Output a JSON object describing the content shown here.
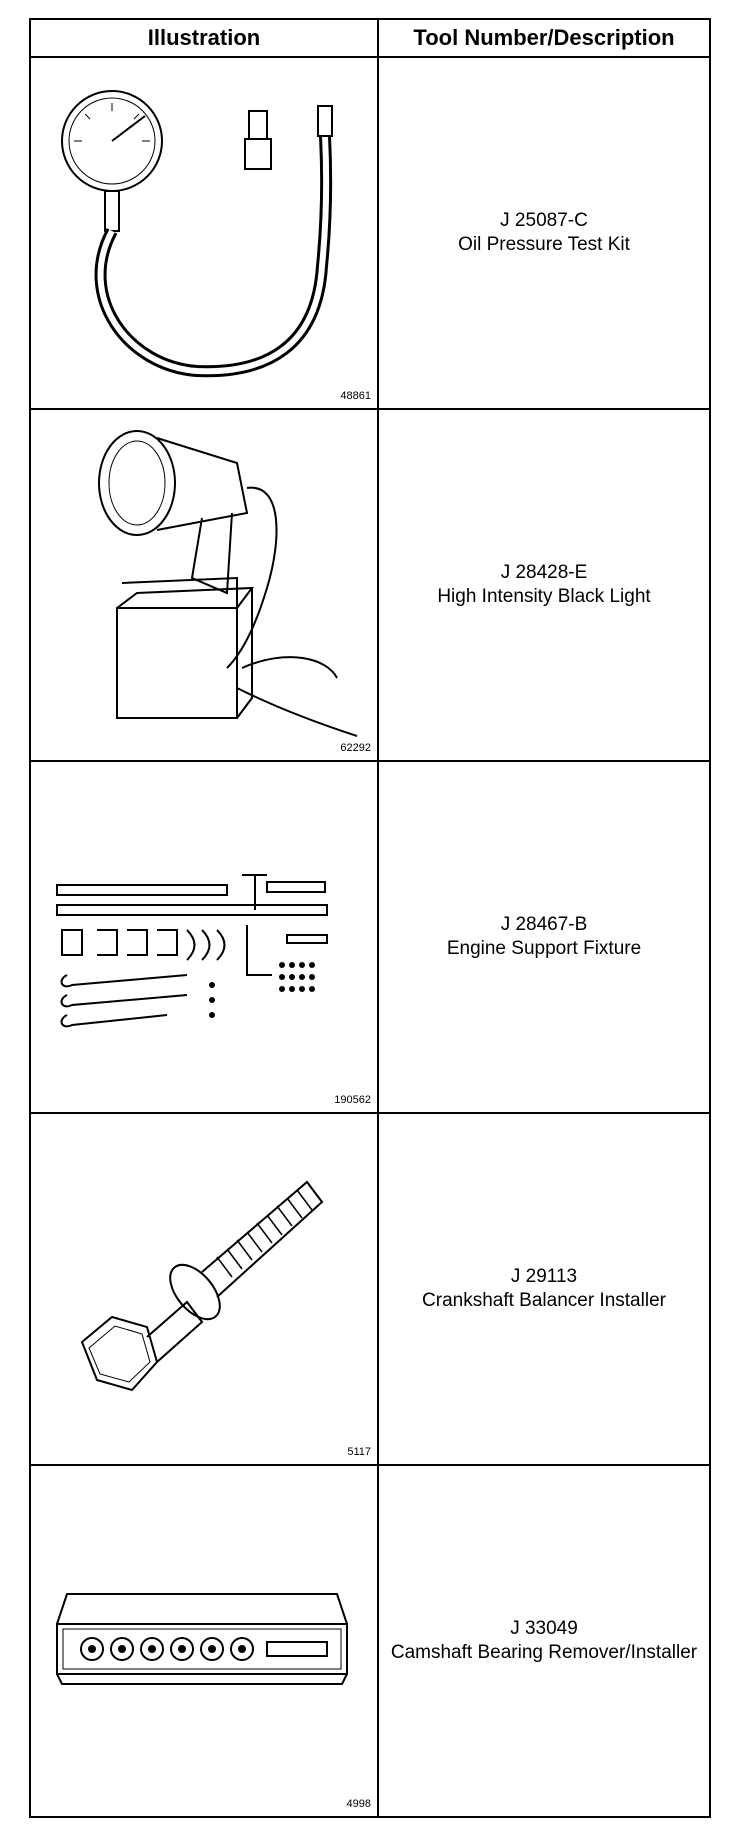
{
  "header": {
    "illustration": "Illustration",
    "tool": "Tool Number/Description"
  },
  "tools": [
    {
      "figure": "48861",
      "number": "J 25087-C",
      "description": "Oil Pressure Test Kit",
      "icon": "oil-pressure-gauge-icon"
    },
    {
      "figure": "62292",
      "number": "J 28428-E",
      "description": "High Intensity Black Light",
      "icon": "black-light-icon"
    },
    {
      "figure": "190562",
      "number": "J 28467-B",
      "description": "Engine Support Fixture",
      "icon": "engine-support-fixture-icon"
    },
    {
      "figure": "5117",
      "number": "J 29113",
      "description": "Crankshaft Balancer Installer",
      "icon": "balancer-installer-bolt-icon"
    },
    {
      "figure": "4998",
      "number": "J 33049",
      "description": "Camshaft Bearing Remover/Installer",
      "icon": "bearing-tool-case-icon"
    }
  ]
}
